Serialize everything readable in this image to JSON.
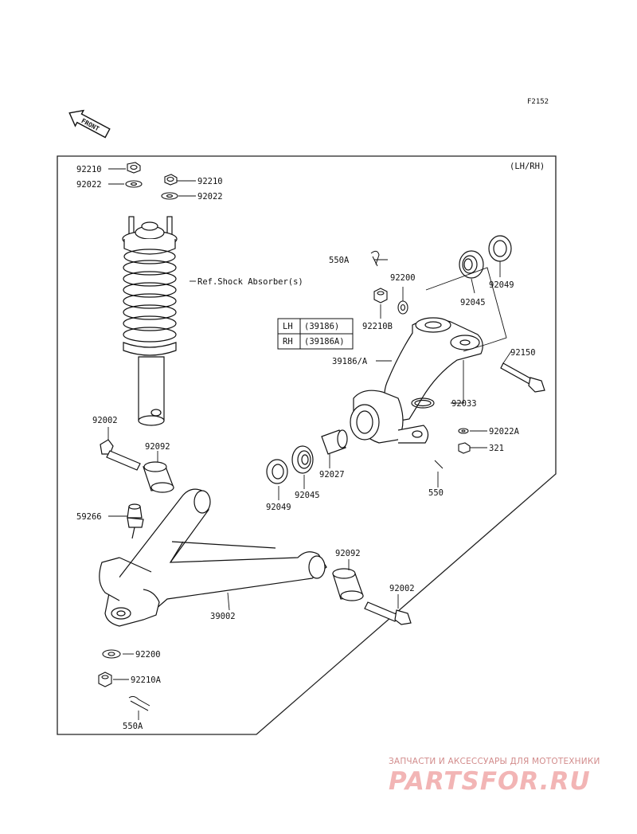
{
  "figure_code": "F2152",
  "front_label": "FRONT",
  "variant_note": "(LH/RH)",
  "side_table": [
    {
      "side": "LH",
      "part": "(39186)"
    },
    {
      "side": "RH",
      "part": "(39186A)"
    }
  ],
  "parts": {
    "p92210_a": "92210",
    "p92022_a": "92022",
    "p92210_b": "92210",
    "p92022_b": "92022",
    "ref_shock": "Ref.Shock Absorber(s)",
    "p550A_a": "550A",
    "p92200_a": "92200",
    "p92210B": "92210B",
    "p92045_a": "92045",
    "p92049_a": "92049",
    "p39186A": "39186/A",
    "p92150": "92150",
    "p92033": "92033",
    "p92022A": "92022A",
    "p321": "321",
    "p550": "550",
    "p92027": "92027",
    "p92045_b": "92045",
    "p92049_b": "92049",
    "p92002_a": "92002",
    "p92092_a": "92092",
    "p59266": "59266",
    "p92092_b": "92092",
    "p92002_b": "92002",
    "p39002": "39002",
    "p92200_b": "92200",
    "p92210A": "92210A",
    "p550A_b": "550A"
  },
  "watermark": {
    "tagline": "ЗАПЧАСТИ И АКСЕССУАРЫ ДЛЯ МОТОТЕХНИКИ",
    "logo": "PARTSFOR.RU"
  }
}
